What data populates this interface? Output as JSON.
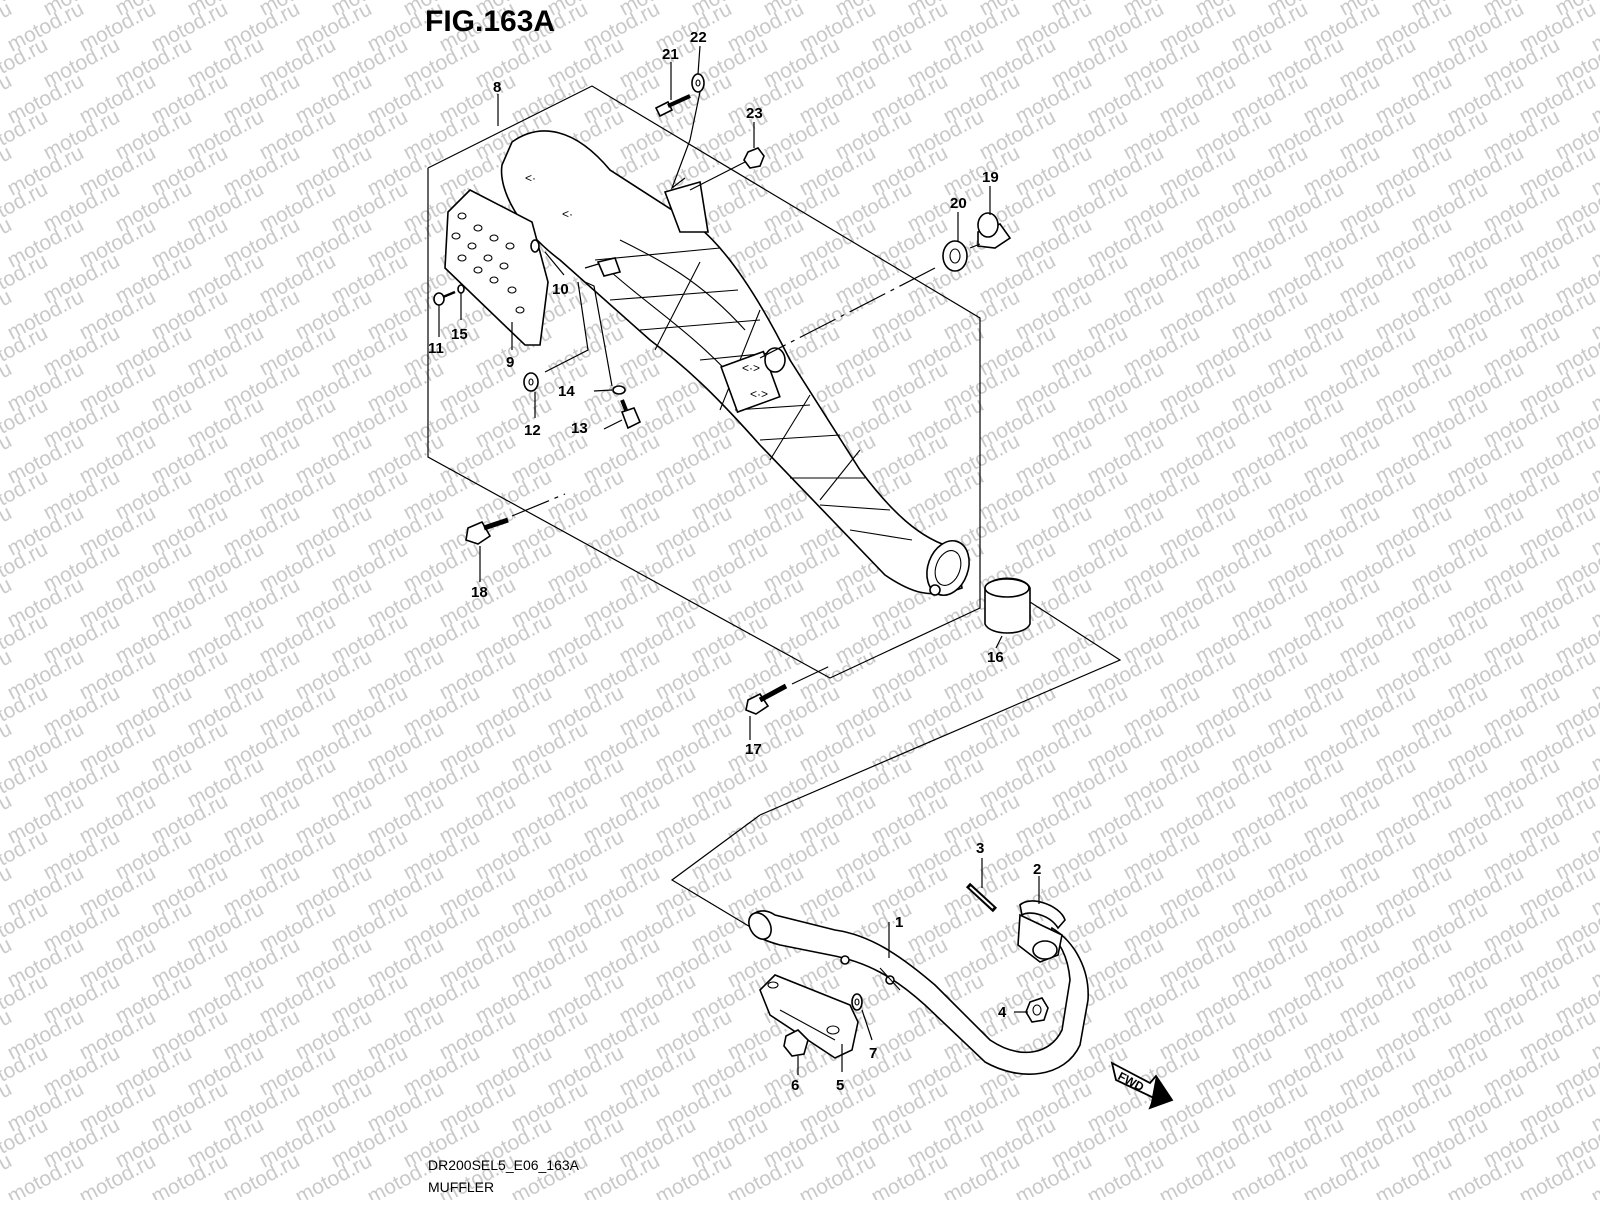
{
  "figure_title": "FIG.163A",
  "watermark": "motod.ru",
  "footer": {
    "code": "DR200SEL5_E06_163A",
    "name": "MUFFLER"
  },
  "fwd_label": "FWD",
  "callouts": [
    "1",
    "2",
    "3",
    "4",
    "5",
    "6",
    "7",
    "8",
    "9",
    "10",
    "11",
    "12",
    "13",
    "14",
    "15",
    "16",
    "17",
    "18",
    "19",
    "20",
    "21",
    "22",
    "23"
  ]
}
